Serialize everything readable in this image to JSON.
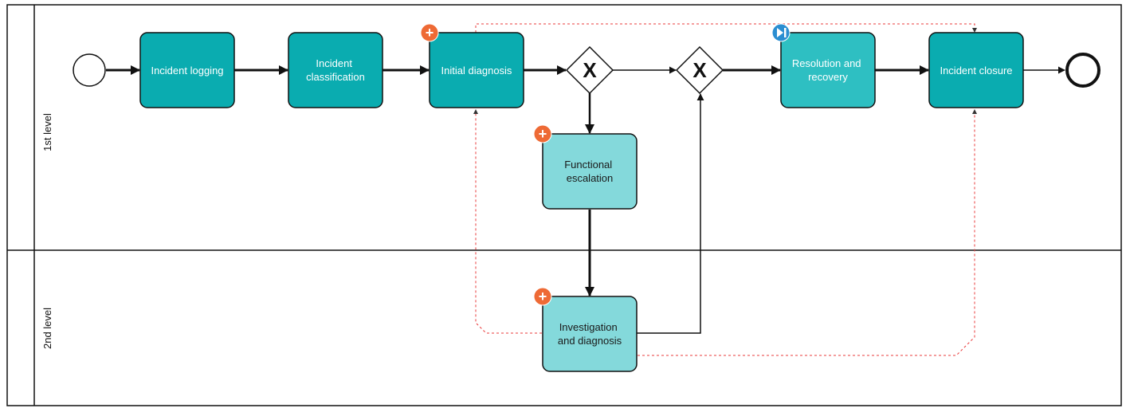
{
  "lanes": [
    {
      "label": "1st level"
    },
    {
      "label": "2nd level"
    }
  ],
  "tasks": {
    "incident_logging": {
      "lines": [
        "Incident logging"
      ]
    },
    "incident_classification": {
      "lines": [
        "Incident",
        "classification"
      ]
    },
    "initial_diagnosis": {
      "lines": [
        "Initial diagnosis"
      ]
    },
    "resolution_recovery": {
      "lines": [
        "Resolution and",
        "recovery"
      ]
    },
    "incident_closure": {
      "lines": [
        "Incident closure"
      ]
    },
    "functional_escalation": {
      "lines": [
        "Functional",
        "escalation"
      ]
    },
    "investigation_diagnosis": {
      "lines": [
        "Investigation",
        "and diagnosis"
      ]
    }
  },
  "gateways": {
    "symbol": "X"
  },
  "badges": {
    "plus": "+"
  },
  "colors": {
    "task_dark": "#0aacb0",
    "task_medium": "#2ebfc2",
    "task_light": "#84d9db",
    "badge_orange": "#ee6a35",
    "badge_blue": "#2b8ed1",
    "dashed_flow": "#ea3b3b",
    "stroke": "#111111"
  }
}
